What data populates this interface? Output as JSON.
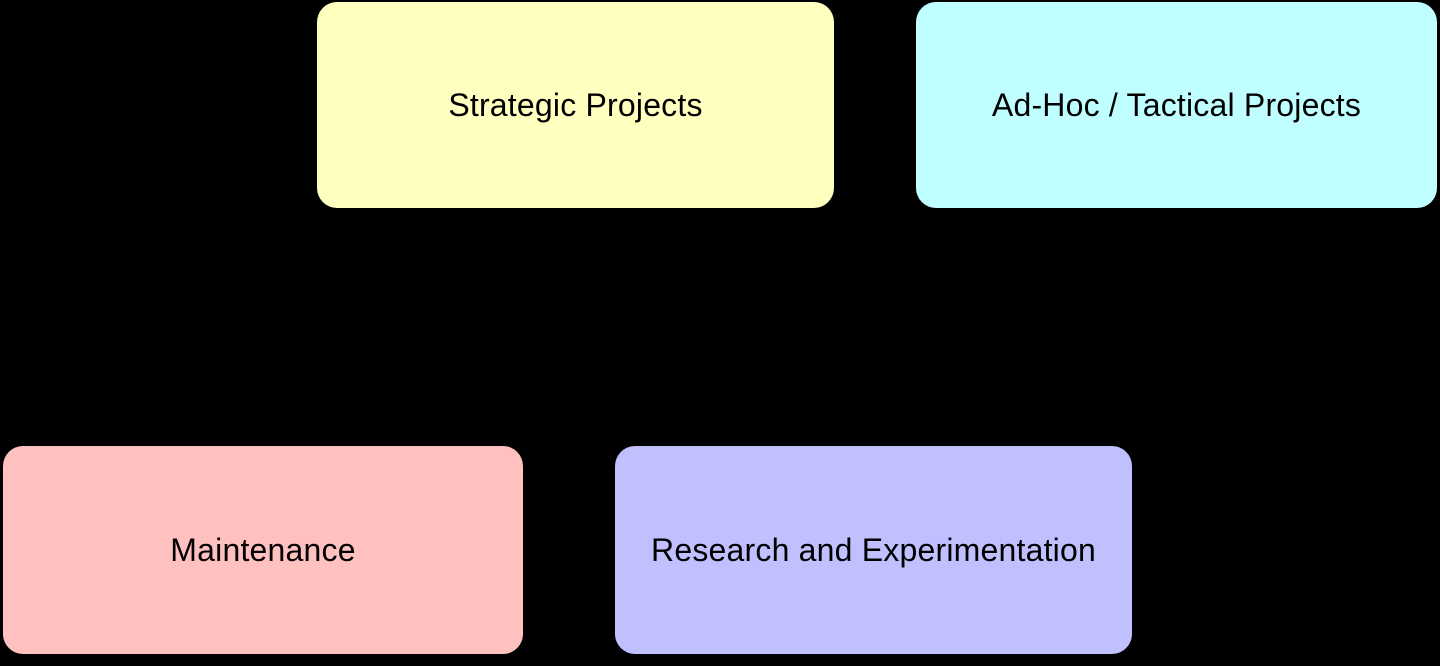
{
  "diagram": {
    "background_color": "#000000",
    "nodes": [
      {
        "id": "strategic-projects",
        "label": "Strategic Projects",
        "fill": "#FFFFC0",
        "text_color": "#000000"
      },
      {
        "id": "ad-hoc-tactical-projects",
        "label": "Ad-Hoc / Tactical Projects",
        "fill": "#C0FFFF",
        "text_color": "#000000"
      },
      {
        "id": "maintenance",
        "label": "Maintenance",
        "fill": "#FFC0C0",
        "text_color": "#000000"
      },
      {
        "id": "research-and-experimentation",
        "label": "Research and Experimentation",
        "fill": "#C0C0FF",
        "text_color": "#000000"
      }
    ]
  }
}
